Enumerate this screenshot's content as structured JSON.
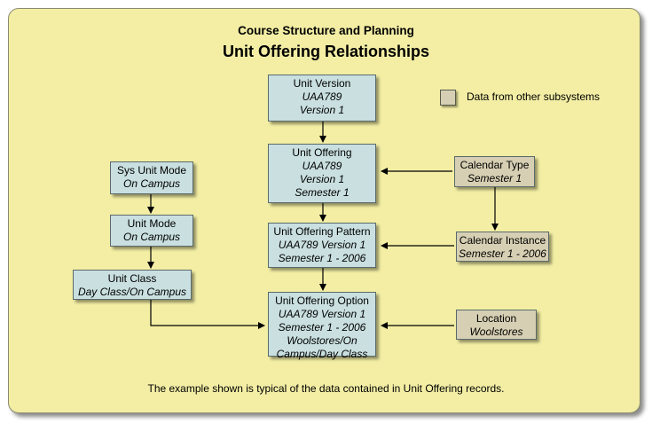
{
  "header": {
    "title": "Course Structure and Planning",
    "subtitle": "Unit Offering Relationships"
  },
  "legend": {
    "label": "Data from other subsystems"
  },
  "nodes": {
    "unit_version": {
      "title": "Unit Version",
      "lines": [
        "UAA789",
        "Version 1"
      ]
    },
    "unit_offering": {
      "title": "Unit Offering",
      "lines": [
        "UAA789",
        "Version 1",
        "Semester 1"
      ]
    },
    "unit_offering_pattern": {
      "title": "Unit Offering Pattern",
      "lines": [
        "UAA789 Version 1",
        "Semester 1 - 2006"
      ]
    },
    "unit_offering_option": {
      "title": "Unit Offering Option",
      "lines": [
        "UAA789 Version 1",
        "Semester 1 - 2006",
        "Woolstores/On",
        "Campus/Day Class"
      ]
    },
    "sys_unit_mode": {
      "title": "Sys Unit Mode",
      "lines": [
        "On Campus"
      ]
    },
    "unit_mode": {
      "title": "Unit Mode",
      "lines": [
        "On Campus"
      ]
    },
    "unit_class": {
      "title": "Unit Class",
      "lines": [
        "Day Class/On Campus"
      ]
    },
    "calendar_type": {
      "title": "Calendar Type",
      "lines": [
        "Semester 1"
      ]
    },
    "calendar_instance": {
      "title": "Calendar Instance",
      "lines": [
        "Semester 1 - 2006"
      ]
    },
    "location": {
      "title": "Location",
      "lines": [
        "Woolstores"
      ]
    }
  },
  "footer": {
    "note": "The example shown is typical of the data contained in Unit Offering records."
  },
  "colors": {
    "background": "#f3eea4",
    "internal_node": "#c9dfe0",
    "external_node": "#d6cfb3"
  }
}
